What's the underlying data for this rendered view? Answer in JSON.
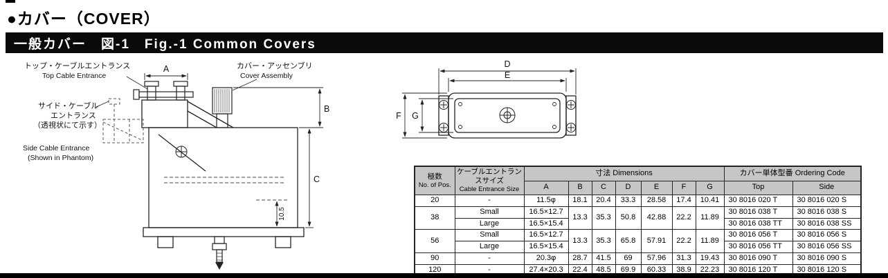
{
  "page": {
    "title": "●カバー（COVER）",
    "banner": "一般カバー　図-1　Fig.-1 Common Covers"
  },
  "colors": {
    "banner_bg": "#0a0a0a",
    "table_header_bg": "#c6c6c6"
  },
  "figure_left": {
    "top_entrance_jp": "トップ・ケーブルエントランス",
    "top_entrance_en": "Top Cable Entrance",
    "cover_assembly_jp": "カバー・アッセンブリ",
    "cover_assembly_en": "Cover Assembly",
    "side_entrance_jp1": "サイド・ケーブル",
    "side_entrance_jp2": "エントランス",
    "side_entrance_jp3": "（透視状にて示す）",
    "side_entrance_en1": "Side Cable Entrance",
    "side_entrance_en2": "(Shown in Phantom)",
    "dim_a": "A",
    "dim_b": "B",
    "dim_c": "C",
    "dim_offset": "10.5"
  },
  "figure_right": {
    "dim_d": "D",
    "dim_e": "E",
    "dim_f": "F",
    "dim_g": "G"
  },
  "table": {
    "header": {
      "pos_jp": "極数",
      "pos_en": "No. of Pos.",
      "entrance_jp": "ケーブルエントランスサイズ",
      "entrance_en": "Cable Entrance Size",
      "dims": "寸法 Dimensions",
      "dim_cols": [
        "A",
        "B",
        "C",
        "D",
        "E",
        "F",
        "G"
      ],
      "ordering": "カバー単体型番 Ordering Code",
      "top": "Top",
      "side": "Side"
    },
    "rows": [
      {
        "pos": "20",
        "size": "-",
        "a": "11.5φ",
        "b": "18.1",
        "c": "20.4",
        "d": "33.3",
        "e": "28.58",
        "f": "17.4",
        "g": "10.41",
        "top": "30 8016 020 T",
        "side": "30 8016 020 S"
      },
      {
        "pos": "38",
        "size": "Small",
        "a": "16.5×12.7",
        "b": "13.3",
        "c": "35.3",
        "d": "50.8",
        "e": "42.88",
        "f": "22.2",
        "g": "11.89",
        "top": "30 8016 038 T",
        "side": "30 8016 038 S"
      },
      {
        "size": "Large",
        "a": "16.5×15.4",
        "top": "30 8016 038 TT",
        "side": "30 8016 038 SS"
      },
      {
        "pos": "56",
        "size": "Small",
        "a": "16.5×12.7",
        "b": "13.3",
        "c": "35.3",
        "d": "65.8",
        "e": "57.91",
        "f": "22.2",
        "g": "11.89",
        "top": "30 8016 056 T",
        "side": "30 8016 056 S"
      },
      {
        "size": "Large",
        "a": "16.5×15.4",
        "top": "30 8016 056 TT",
        "side": "30 8016 056 SS"
      },
      {
        "pos": "90",
        "size": "-",
        "a": "20.3φ",
        "b": "28.7",
        "c": "41.5",
        "d": "69",
        "e": "57.96",
        "f": "31.3",
        "g": "19.43",
        "top": "30 8016 090 T",
        "side": "30 8016 090 S"
      },
      {
        "pos": "120",
        "size": "-",
        "a": "27.4×20.3",
        "b": "22.4",
        "c": "48.5",
        "d": "69.9",
        "e": "60.33",
        "f": "38.9",
        "g": "22.23",
        "top": "30 8016 120 T",
        "side": "30 8016 120 S"
      }
    ]
  }
}
